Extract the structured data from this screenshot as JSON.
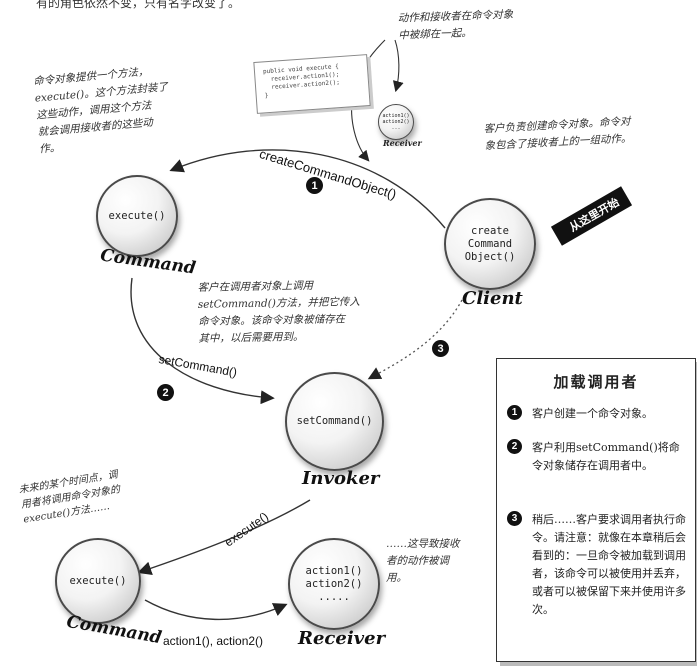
{
  "intro_text": "有的角色依然不变，只有名字改变了。",
  "notes": {
    "top_right": [
      "动作和接收者在命令对象",
      "中被绑在一起。"
    ],
    "left_top": [
      "命令对象提供一个方法，",
      "execute()。这个方法封装了",
      "这些动作，调用这个方法",
      "就会调用接收者的这些动",
      "作。"
    ],
    "right_top": [
      "客户负责创建命令对象。命令对",
      "象包含了接收者上的一组动作。"
    ],
    "middle": [
      "客户在调用者对象上调用",
      "setCommand()方法，并把它传入",
      "命令对象。该命令对象被储存在",
      "其中，以后需要用到。"
    ],
    "left_bottom": [
      "未来的某个时间点，调",
      "用者将调用命令对象的",
      "execute()方法……"
    ],
    "right_bottom": [
      "……这导致接收",
      "者的动作被调",
      "用。"
    ]
  },
  "code_box": [
    "public void execute {",
    "  receiver.action1();",
    "  receiver.action2();",
    "}"
  ],
  "mini_receiver": {
    "lines": [
      "action1()",
      "action2()",
      "..."
    ],
    "label": "Receiver"
  },
  "balls": {
    "command_top": "execute()",
    "client": "create\nCommand\nObject()",
    "invoker": "setCommand()",
    "command_bottom": "execute()",
    "receiver": "action1()\naction2()\n....."
  },
  "labels": {
    "command_top": "Command",
    "client": "Client",
    "invoker": "Invoker",
    "command_bottom": "Command",
    "receiver": "Receiver"
  },
  "edges": {
    "create": "createCommandObject()",
    "set": "setCommand()",
    "execute": "execute()",
    "actions": "action1(), action2()"
  },
  "numbers": [
    "1",
    "2",
    "3"
  ],
  "start_tag": "从这里开始",
  "panel": {
    "title": "加载调用者",
    "steps": [
      {
        "num": "1",
        "text": "客户创建一个命令对象。"
      },
      {
        "num": "2",
        "text": "客户利用setCommand()将命令对象储存在调用者中。"
      },
      {
        "num": "3",
        "text": "稍后……客户要求调用者执行命令。请注意：就像在本章稍后会看到的：一旦命令被加载到调用者，该命令可以被使用并丢弃，或者可以被保留下来并使用许多次。"
      }
    ]
  }
}
